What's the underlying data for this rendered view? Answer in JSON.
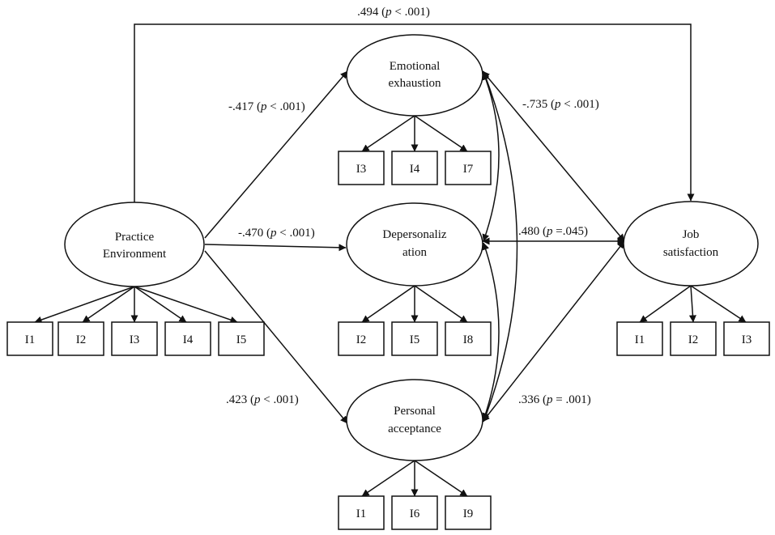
{
  "colors": {
    "stroke": "#111111",
    "background": "#ffffff"
  },
  "latents": {
    "practice": {
      "line1": "Practice",
      "line2": "Environment"
    },
    "emotional": {
      "line1": "Emotional",
      "line2": "exhaustion"
    },
    "depersonalization": {
      "line1": "Depersonaliz",
      "line2": "ation"
    },
    "personal": {
      "line1": "Personal",
      "line2": "acceptance"
    },
    "job": {
      "line1": "Job",
      "line2": "satisfaction"
    }
  },
  "indicators": {
    "practice": [
      "I1",
      "I2",
      "I3",
      "I4",
      "I5"
    ],
    "emotional": [
      "I3",
      "I4",
      "I7"
    ],
    "depersonalization": [
      "I2",
      "I5",
      "I8"
    ],
    "personal": [
      "I1",
      "I6",
      "I9"
    ],
    "job": [
      "I1",
      "I2",
      "I3"
    ]
  },
  "paths": {
    "practice_job": {
      "coef": ".494",
      "p": "p",
      "rest": " < .001)"
    },
    "practice_emotional": {
      "coef": "-.417",
      "p": "p",
      "rest": " < .001)"
    },
    "practice_depersonalization": {
      "coef": "-.470",
      "p": "p",
      "rest": " < .001)"
    },
    "practice_personal": {
      "coef": ".423",
      "p": "p",
      "rest": " < .001)"
    },
    "emotional_job": {
      "coef": "-.735",
      "p": "p",
      "rest": " < .001)"
    },
    "depersonalization_job": {
      "coef": ".480",
      "p": "p",
      "rest": " =.045)"
    },
    "personal_job": {
      "coef": ".336",
      "p": "p",
      "rest": " = .001)"
    }
  }
}
